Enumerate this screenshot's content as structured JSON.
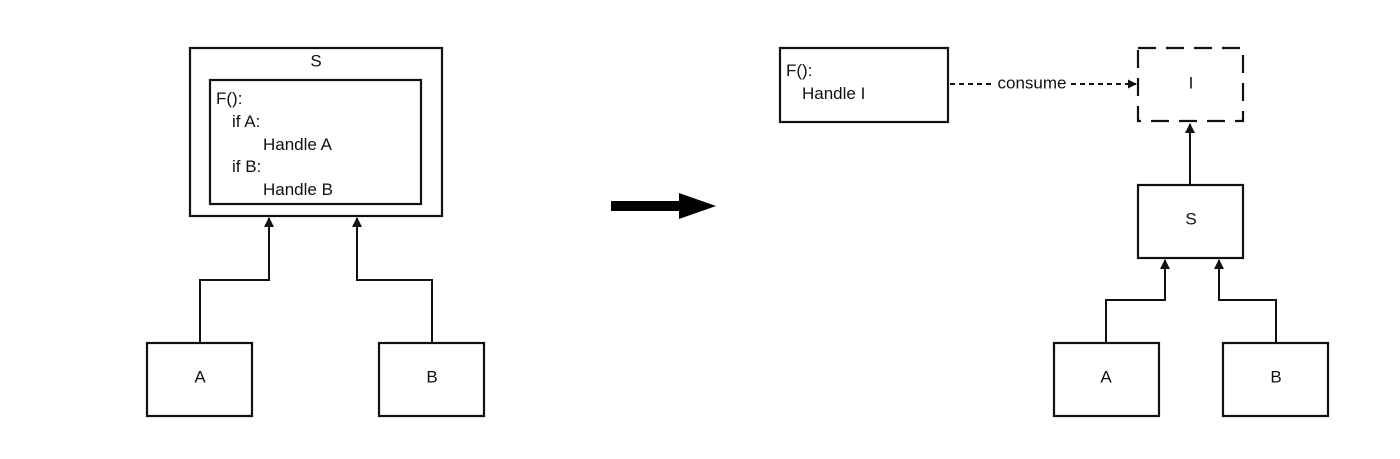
{
  "left": {
    "outer_box": {
      "label": "S"
    },
    "code_block": {
      "lines": [
        "F():",
        "if A:",
        "Handle A",
        "if B:",
        "Handle B"
      ]
    },
    "box_a": {
      "label": "A"
    },
    "box_b": {
      "label": "B"
    }
  },
  "right": {
    "function_box": {
      "lines": [
        "F():",
        "Handle I"
      ]
    },
    "relation_label": "consume",
    "interface_box": {
      "label": "I"
    },
    "s_box": {
      "label": "S"
    },
    "box_a": {
      "label": "A"
    },
    "box_b": {
      "label": "B"
    }
  }
}
